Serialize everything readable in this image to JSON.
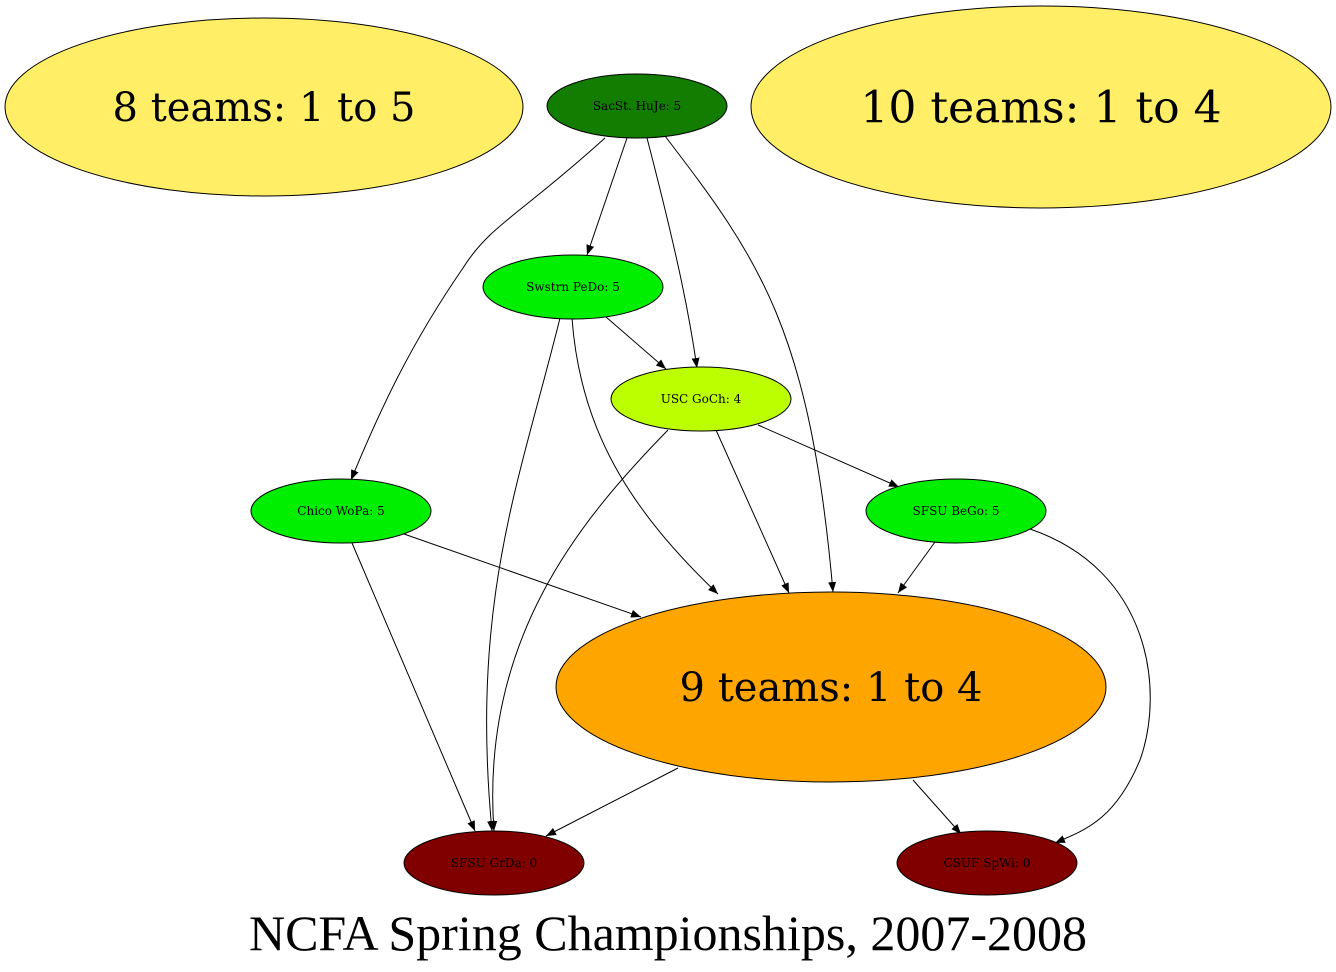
{
  "title": "NCFA Spring Championships, 2007-2008",
  "colors": {
    "dark_green": "#127d00",
    "bright_green": "#00ee00",
    "yellow_green": "#bbff00",
    "orange": "#ffa500",
    "dark_red": "#800000",
    "pale_yellow": "#ffee66"
  },
  "nodes": [
    {
      "id": "group8",
      "label": "8 teams: 1 to 5",
      "fill": "#ffee66"
    },
    {
      "id": "sacst",
      "label": "SacSt. HuJe: 5",
      "fill": "#127d00"
    },
    {
      "id": "group10",
      "label": "10 teams: 1 to 4",
      "fill": "#ffee66"
    },
    {
      "id": "swstrn",
      "label": "Swstrn PeDo: 5",
      "fill": "#00ee00"
    },
    {
      "id": "usc",
      "label": "USC GoCh: 4",
      "fill": "#bbff00"
    },
    {
      "id": "chico",
      "label": "Chico WoPa: 5",
      "fill": "#00ee00"
    },
    {
      "id": "sfsubego",
      "label": "SFSU BeGo: 5",
      "fill": "#00ee00"
    },
    {
      "id": "group9",
      "label": "9 teams: 1 to 4",
      "fill": "#ffa500"
    },
    {
      "id": "sfsugrda",
      "label": "SFSU GrDa: 0",
      "fill": "#800000"
    },
    {
      "id": "csuf",
      "label": "CSUF SpWi: 0",
      "fill": "#800000"
    }
  ],
  "edges": [
    {
      "from": "sacst",
      "to": "chico"
    },
    {
      "from": "sacst",
      "to": "swstrn"
    },
    {
      "from": "sacst",
      "to": "usc"
    },
    {
      "from": "sacst",
      "to": "group9"
    },
    {
      "from": "swstrn",
      "to": "usc"
    },
    {
      "from": "swstrn",
      "to": "sfsugrda"
    },
    {
      "from": "swstrn",
      "to": "group9"
    },
    {
      "from": "usc",
      "to": "sfsugrda"
    },
    {
      "from": "usc",
      "to": "group9"
    },
    {
      "from": "usc",
      "to": "sfsubego"
    },
    {
      "from": "chico",
      "to": "group9"
    },
    {
      "from": "chico",
      "to": "sfsugrda"
    },
    {
      "from": "sfsubego",
      "to": "group9"
    },
    {
      "from": "sfsubego",
      "to": "csuf"
    },
    {
      "from": "group9",
      "to": "sfsugrda"
    },
    {
      "from": "group9",
      "to": "csuf"
    }
  ]
}
